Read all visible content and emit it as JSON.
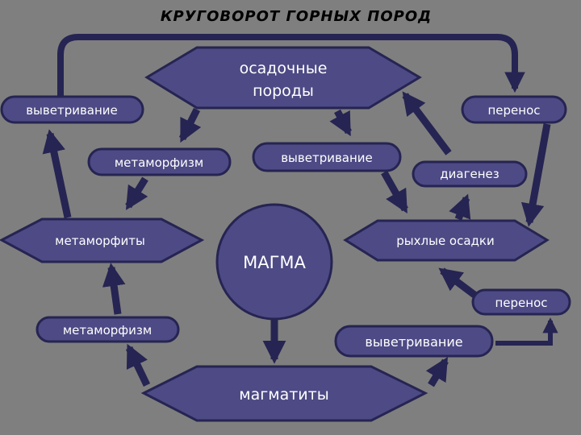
{
  "title": "КРУГОВОРОТ ГОРНЫХ ПОРОД",
  "nodes": {
    "sedimentary_line1": "осадочные",
    "sedimentary_line2": "породы",
    "magma": "МАГМА",
    "igneous": "магматиты",
    "metamorphic": "метаморфиты",
    "loose_sediments": "рыхлые осадки"
  },
  "processes": {
    "weathering_top_left": "выветривание",
    "transport_top_right": "перенос",
    "metamorphism_upper": "метаморфизм",
    "weathering_center": "выветривание",
    "diagenesis": "диагенез",
    "metamorphism_lower": "метаморфизм",
    "weathering_lower": "выветривание",
    "transport_lower": "перенос"
  },
  "colors": {
    "background": "#7f7f7f",
    "shape_fill": "#4d4a85",
    "shape_stroke": "#262452",
    "arrow": "#262452",
    "text": "#ffffff",
    "title": "#000000"
  }
}
